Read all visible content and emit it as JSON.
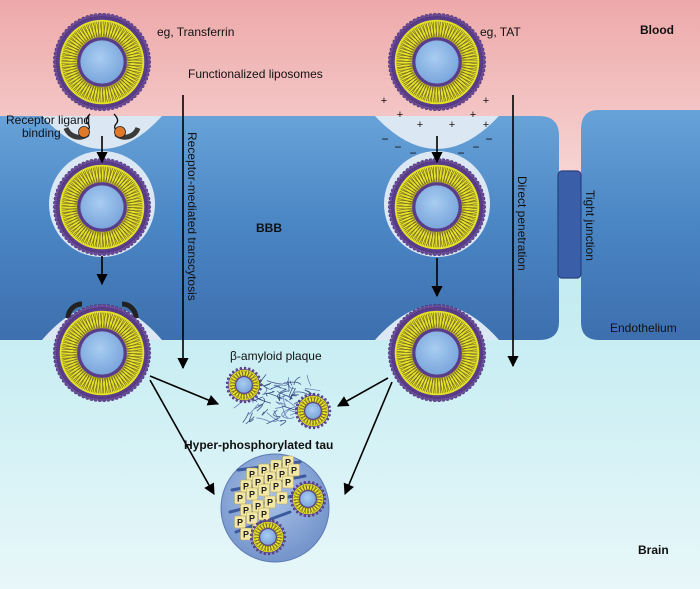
{
  "regions": {
    "blood": "Blood",
    "bbb": "BBB",
    "endothelium": "Endothelium",
    "brain": "Brain"
  },
  "labels": {
    "transferrin": "eg, Transferrin",
    "tat": "eg, TAT",
    "functionalized": "Functionalized liposomes",
    "receptor_line1": "Receptor ligand",
    "receptor_line2": "binding",
    "rmt": "Receptor-mediated transcytosis",
    "direct": "Direct penetration",
    "tight": "Tight junction",
    "plaque": "β-amyloid plaque",
    "tau": "Hyper-phosphorylated tau"
  },
  "charges": {
    "plus": "+",
    "minus": "−"
  },
  "tau_marker": "P",
  "colors": {
    "blood": "#eda5a6",
    "bbb_top": "#5b95ce",
    "bbb_bottom": "#3f74b3",
    "brain": "#bfeaf0",
    "liposome_outer": "#5a3d8a",
    "liposome_yellow": "#e3e228",
    "liposome_core": "#8eb7e8",
    "tau_sphere": "#8aa8d8",
    "tight_junction": "#3a5fa8"
  }
}
